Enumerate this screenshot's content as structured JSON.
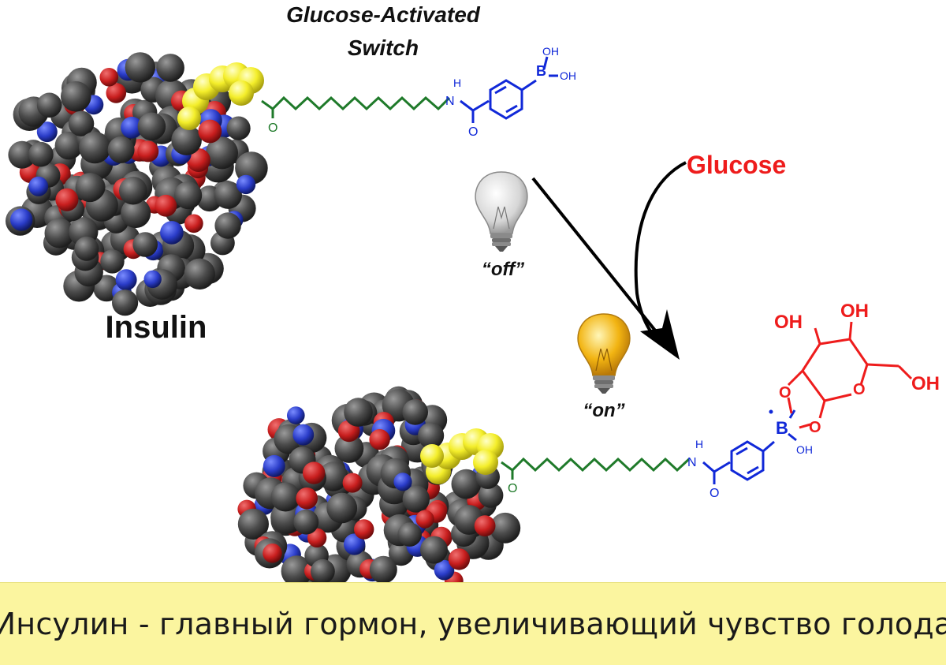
{
  "diagram": {
    "switch_title_line1": "Glucose-Activated",
    "switch_title_line2": "Switch",
    "insulin_label": "Insulin",
    "glucose_label": "Glucose",
    "off_label": "“off”",
    "on_label": "“on”",
    "chem": {
      "amide_H": "H",
      "amide_N": "N",
      "carbonyl_O": "O",
      "boron": "B",
      "OH": "OH"
    },
    "colors": {
      "linker": "#1f7a2a",
      "phenylboronic": "#1028d8",
      "glucose": "#ee1c1c",
      "switch_yellow": "#f4ee2a",
      "carbon_atom": "#4a4a4a",
      "oxygen_atom": "#d42020",
      "nitrogen_atom": "#2a3cc8"
    }
  },
  "caption": {
    "text": "Инсулин - главный гормон, увеличивающий чувство голода",
    "background": "#fbf59f"
  }
}
